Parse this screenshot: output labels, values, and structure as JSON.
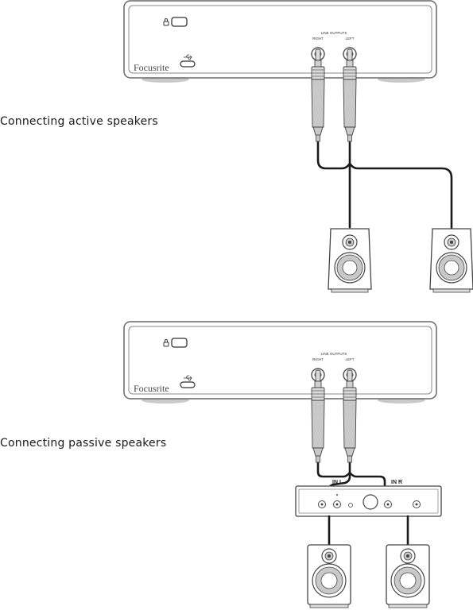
{
  "diagram_active": {
    "caption": "Connecting active speakers",
    "interface": {
      "brand": "Focusrite",
      "output_group_label": "LINE OUTPUTS",
      "right_label": "RIGHT",
      "left_label": "LEFT"
    }
  },
  "diagram_passive": {
    "caption": "Connecting passive speakers",
    "interface": {
      "brand": "Focusrite",
      "output_group_label": "LINE OUTPUTS",
      "right_label": "RIGHT",
      "left_label": "LEFT"
    },
    "amplifier": {
      "in_l_label": "IN L",
      "in_r_label": "IN R"
    }
  },
  "colors": {
    "outline": "#666666",
    "plug_body": "#c9c9c9",
    "cable": "#1a1a1a",
    "speaker_cone": "#c9c9c9"
  }
}
